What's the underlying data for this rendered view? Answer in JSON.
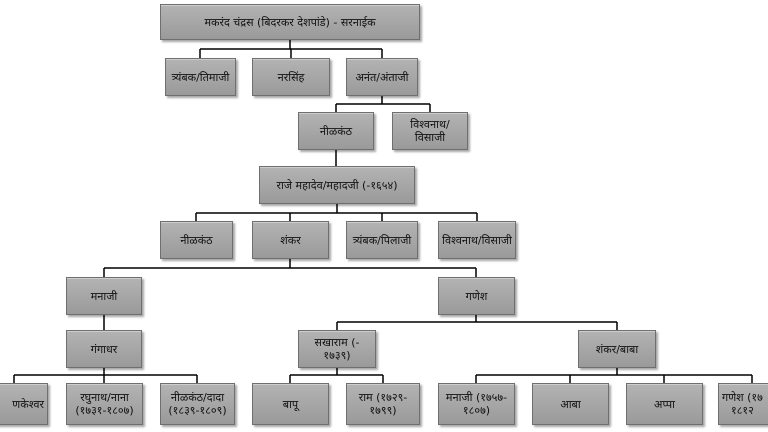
{
  "tree": {
    "root": "मकरंद चंद्रस (बिदरकर देशपांडे) - सरनाईक",
    "gen1": [
      "त्र्यंबक/तिमाजी",
      "नरसिंह",
      "अनंत/अंताजी"
    ],
    "gen2": [
      "नीळकंठ",
      "विश्वनाथ/विसाजी"
    ],
    "gen3": "राजे महादेव/महादजी (-१६५४)",
    "gen4": [
      "नीळकंठ",
      "शंकर",
      "त्र्यंबक/पिलाजी",
      "विश्वनाथ/विसाजी"
    ],
    "gen5": [
      "मनाजी",
      "गणेश"
    ],
    "gen6": [
      {
        "line1": "गंगाधर",
        "line2": ""
      },
      {
        "line1": "सखाराम (-",
        "line2": "१७३९)"
      },
      {
        "line1": "शंकर/बाबा",
        "line2": ""
      }
    ],
    "gen7": [
      {
        "line1": "णकेश्वर",
        "line2": ""
      },
      {
        "line1": "रघुनाथ/नाना",
        "line2": "(१७३१-१८०७)"
      },
      {
        "line1": "नीळकंठ/दादा",
        "line2": "(१८३९-१८०९)"
      },
      {
        "line1": "बापू",
        "line2": ""
      },
      {
        "line1": "राम (१७२९-",
        "line2": "१७९९)"
      },
      {
        "line1": "मनाजी (१७५७-",
        "line2": "१८०७)"
      },
      {
        "line1": "आबा",
        "line2": ""
      },
      {
        "line1": "अप्पा",
        "line2": ""
      },
      {
        "line1": "गणेश (१७",
        "line2": "१८१२"
      }
    ]
  }
}
